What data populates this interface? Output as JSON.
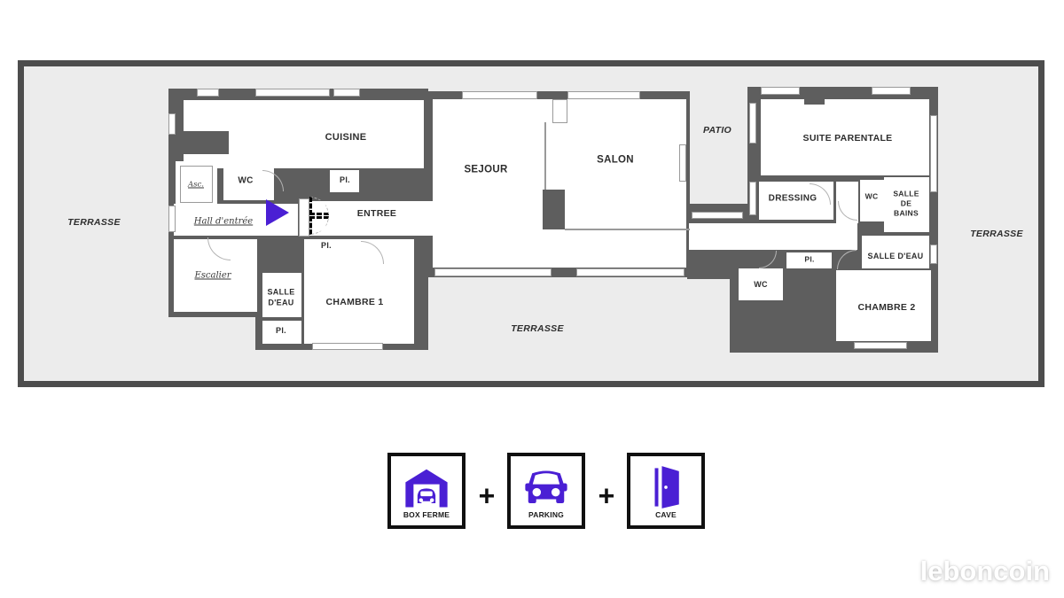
{
  "plan": {
    "terrace_left_label": "TERRASSE",
    "terrace_bottom_label": "TERRASSE",
    "terrace_right_label": "TERRASSE",
    "patio_label": "PATIO",
    "rooms": {
      "cuisine": "CUISINE",
      "wc_hall": "WC",
      "ascenseur": "Asc.",
      "hall_entree": "Hall d'entrée",
      "pl_cuisine": "Pl.",
      "entree": "ENTREE",
      "pl_entree": "Pl.",
      "escalier": "Escalier",
      "salle_eau_gauche": "SALLE\nD'EAU",
      "pl_gauche": "Pl.",
      "chambre1": "CHAMBRE 1",
      "sejour": "SEJOUR",
      "salon": "SALON",
      "suite_parentale": "SUITE PARENTALE",
      "dressing": "DRESSING",
      "wc_suite": "WC",
      "salle_de_bains": "SALLE\nDE\nBAINS",
      "salle_eau_droite": "SALLE D'EAU",
      "pl_droite": "Pl.",
      "wc_droit": "WC",
      "chambre2": "CHAMBRE 2"
    }
  },
  "amenities": {
    "separator": "+",
    "items": [
      {
        "label": "BOX FERME",
        "icon": "garage-icon"
      },
      {
        "label": "PARKING",
        "icon": "car-icon"
      },
      {
        "label": "CAVE",
        "icon": "door-icon"
      }
    ]
  },
  "watermark": "leboncoin",
  "colors": {
    "accent": "#4A1FD4",
    "wall": "#5e5e5e",
    "terrace_fill": "#ececec"
  }
}
